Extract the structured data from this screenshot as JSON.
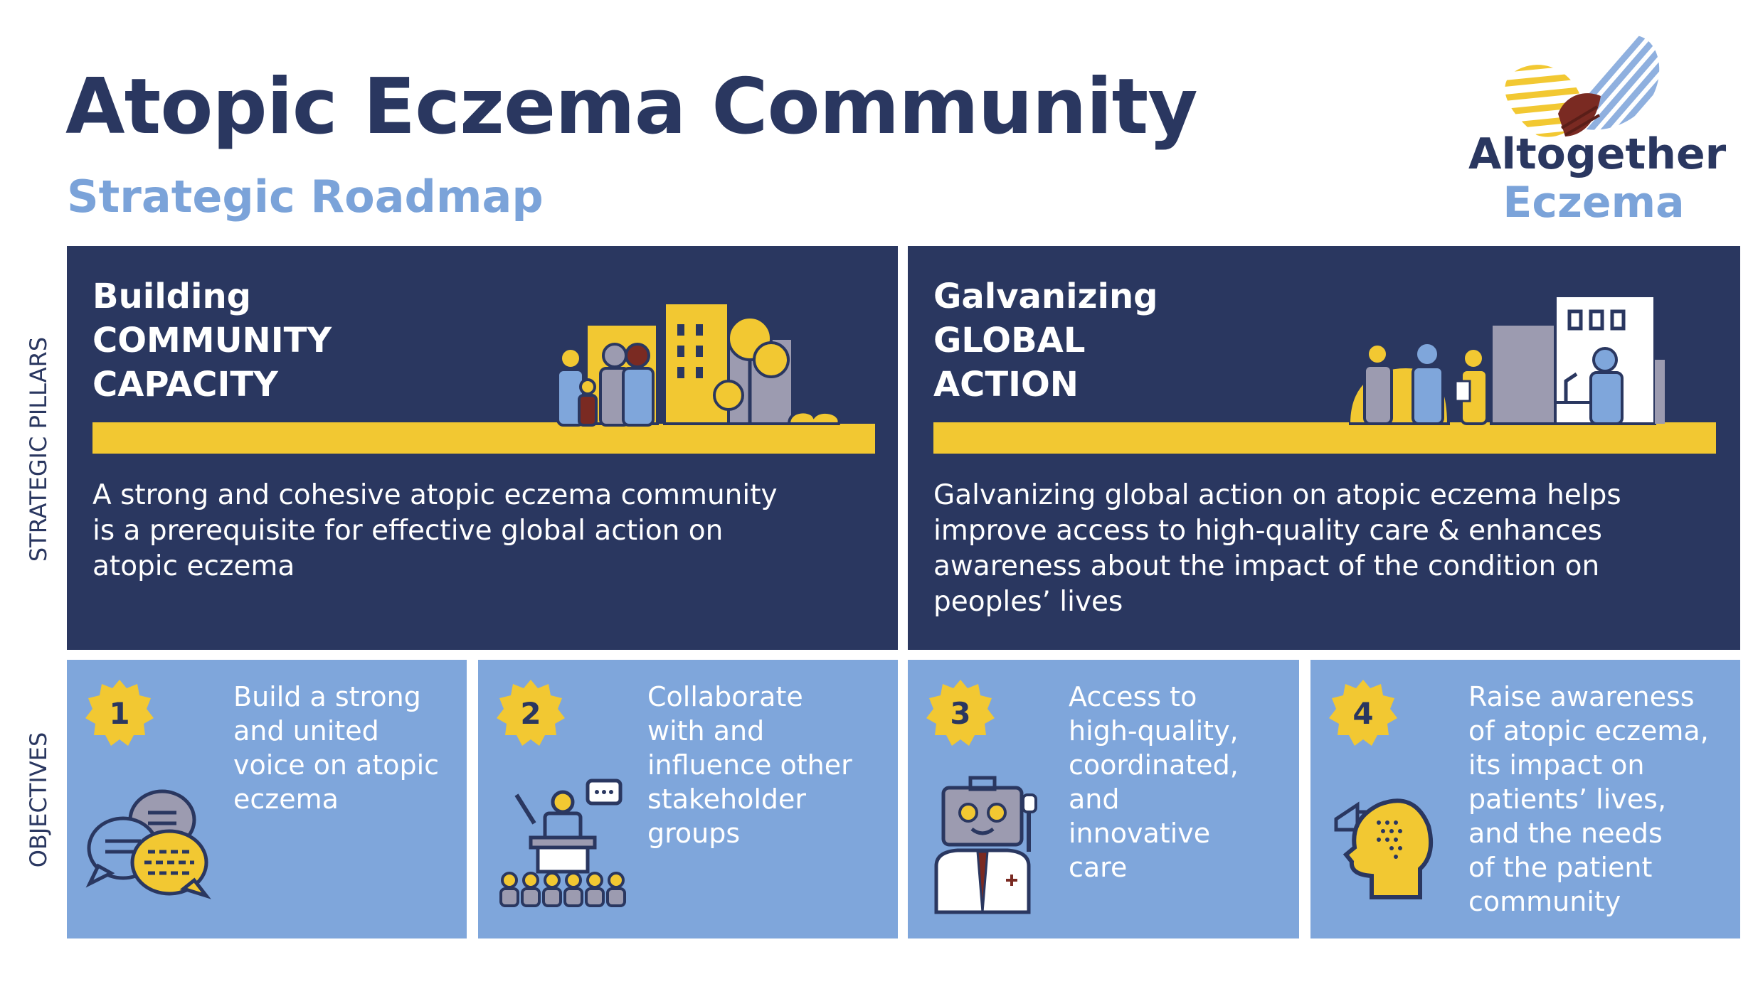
{
  "header": {
    "title": "Atopic Eczema Community",
    "subtitle": "Strategic Roadmap"
  },
  "logo": {
    "word1": "Altogether",
    "word2": "Eczema"
  },
  "side_labels": {
    "pillars": "STRATEGIC PILLARS",
    "objectives": "OBJECTIVES"
  },
  "pillars": [
    {
      "head": [
        "Building",
        "COMMUNITY",
        "CAPACITY"
      ],
      "text": [
        "A strong and cohesive atopic eczema community",
        "is a prerequisite for effective global action on",
        "atopic eczema"
      ]
    },
    {
      "head": [
        "Galvanizing",
        "GLOBAL",
        "ACTION"
      ],
      "text": [
        "Galvanizing global action on atopic eczema helps",
        "improve access to high-quality care & enhances",
        "awareness about the impact of the condition on",
        "peoples’ lives"
      ]
    }
  ],
  "objectives": [
    {
      "num": "1",
      "lines": [
        "Build a strong",
        "and united",
        "voice on atopic",
        "eczema"
      ]
    },
    {
      "num": "2",
      "lines": [
        "Collaborate",
        "with and",
        "influence other",
        "stakeholder",
        "groups"
      ]
    },
    {
      "num": "3",
      "lines": [
        "Access to",
        "high-quality,",
        "coordinated,",
        "and",
        "innovative",
        "care"
      ]
    },
    {
      "num": "4",
      "lines": [
        "Raise awareness",
        "of atopic eczema,",
        "its impact on",
        "patients’ lives,",
        "and the needs",
        "of the patient",
        "community"
      ]
    }
  ],
  "colors": {
    "navy": "#2a3760",
    "light_blue": "#7fa6db",
    "yellow": "#f2c832",
    "dark_red": "#7a2a22",
    "grey": "#9c9bb0"
  }
}
